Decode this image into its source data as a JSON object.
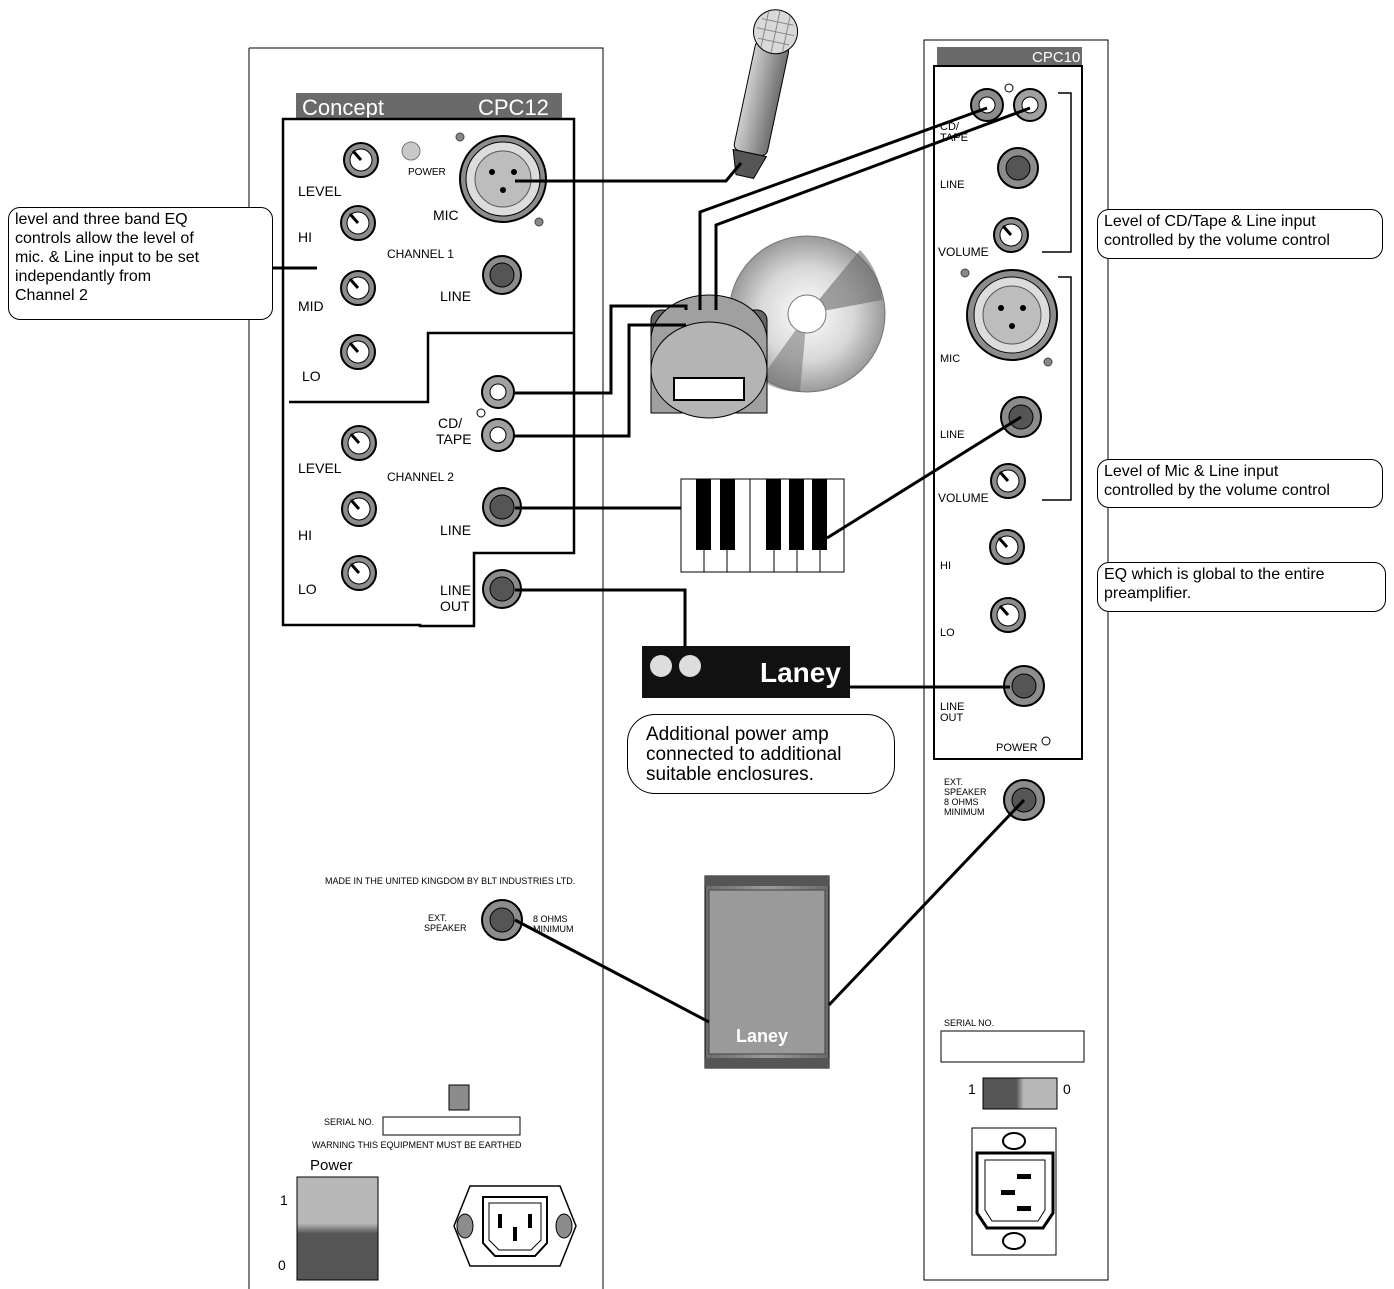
{
  "cpc12": {
    "brand": "Concept",
    "model": "CPC12",
    "power_led": "POWER",
    "mic": "MIC",
    "channel1": "CHANNEL 1",
    "channel2": "CHANNEL 2",
    "level": "LEVEL",
    "hi": "HI",
    "mid": "MID",
    "lo": "LO",
    "line": "LINE",
    "cd_tape_1": "CD/",
    "cd_tape_2": "TAPE",
    "line_out_1": "LINE",
    "line_out_2": "OUT",
    "made_in": "MADE IN THE UNITED KINGDOM BY BLT INDUSTRIES LTD.",
    "ext_1": "EXT.",
    "ext_2": "SPEAKER",
    "ohms_1": "8 OHMS",
    "ohms_2": "MINIMUM",
    "serial": "SERIAL NO.",
    "warning": "WARNING THIS EQUIPMENT MUST BE EARTHED",
    "power": "Power",
    "switch_on": "1",
    "switch_off": "0"
  },
  "cpc10": {
    "model": "CPC10",
    "cd_tape_1": "CD/",
    "cd_tape_2": "TAPE",
    "line": "LINE",
    "volume": "VOLUME",
    "mic": "MIC",
    "hi": "HI",
    "lo": "LO",
    "line_out_1": "LINE",
    "line_out_2": "OUT",
    "power": "POWER",
    "ext_1": "EXT.",
    "ext_2": "SPEAKER",
    "ext_3": "8 OHMS",
    "ext_4": "MINIMUM",
    "serial": "SERIAL NO.",
    "switch_on": "1",
    "switch_off": "0"
  },
  "laney_amp": "Laney",
  "laney_cab": "Laney",
  "callouts": {
    "eq_channel1": [
      "level and three band EQ",
      "controls allow the level of",
      "mic. & Line input to be set",
      "independantly from",
      "Channel 2"
    ],
    "cd_line_volume": [
      "Level of CD/Tape & Line input",
      "controlled by the volume control"
    ],
    "mic_line_volume": [
      "Level of Mic & Line input",
      "controlled by the volume control"
    ],
    "global_eq": [
      "EQ which is global to the entire",
      "preamplifier."
    ],
    "power_amp": [
      "Additional power amp",
      "connected to additional",
      "suitable enclosures."
    ]
  },
  "colors": {
    "panel_stroke": "#000000",
    "knob_fill": "#8c8c8c",
    "dark_grey": "#555555",
    "light_grey": "#b4b4b4",
    "amp_black": "#111111"
  }
}
